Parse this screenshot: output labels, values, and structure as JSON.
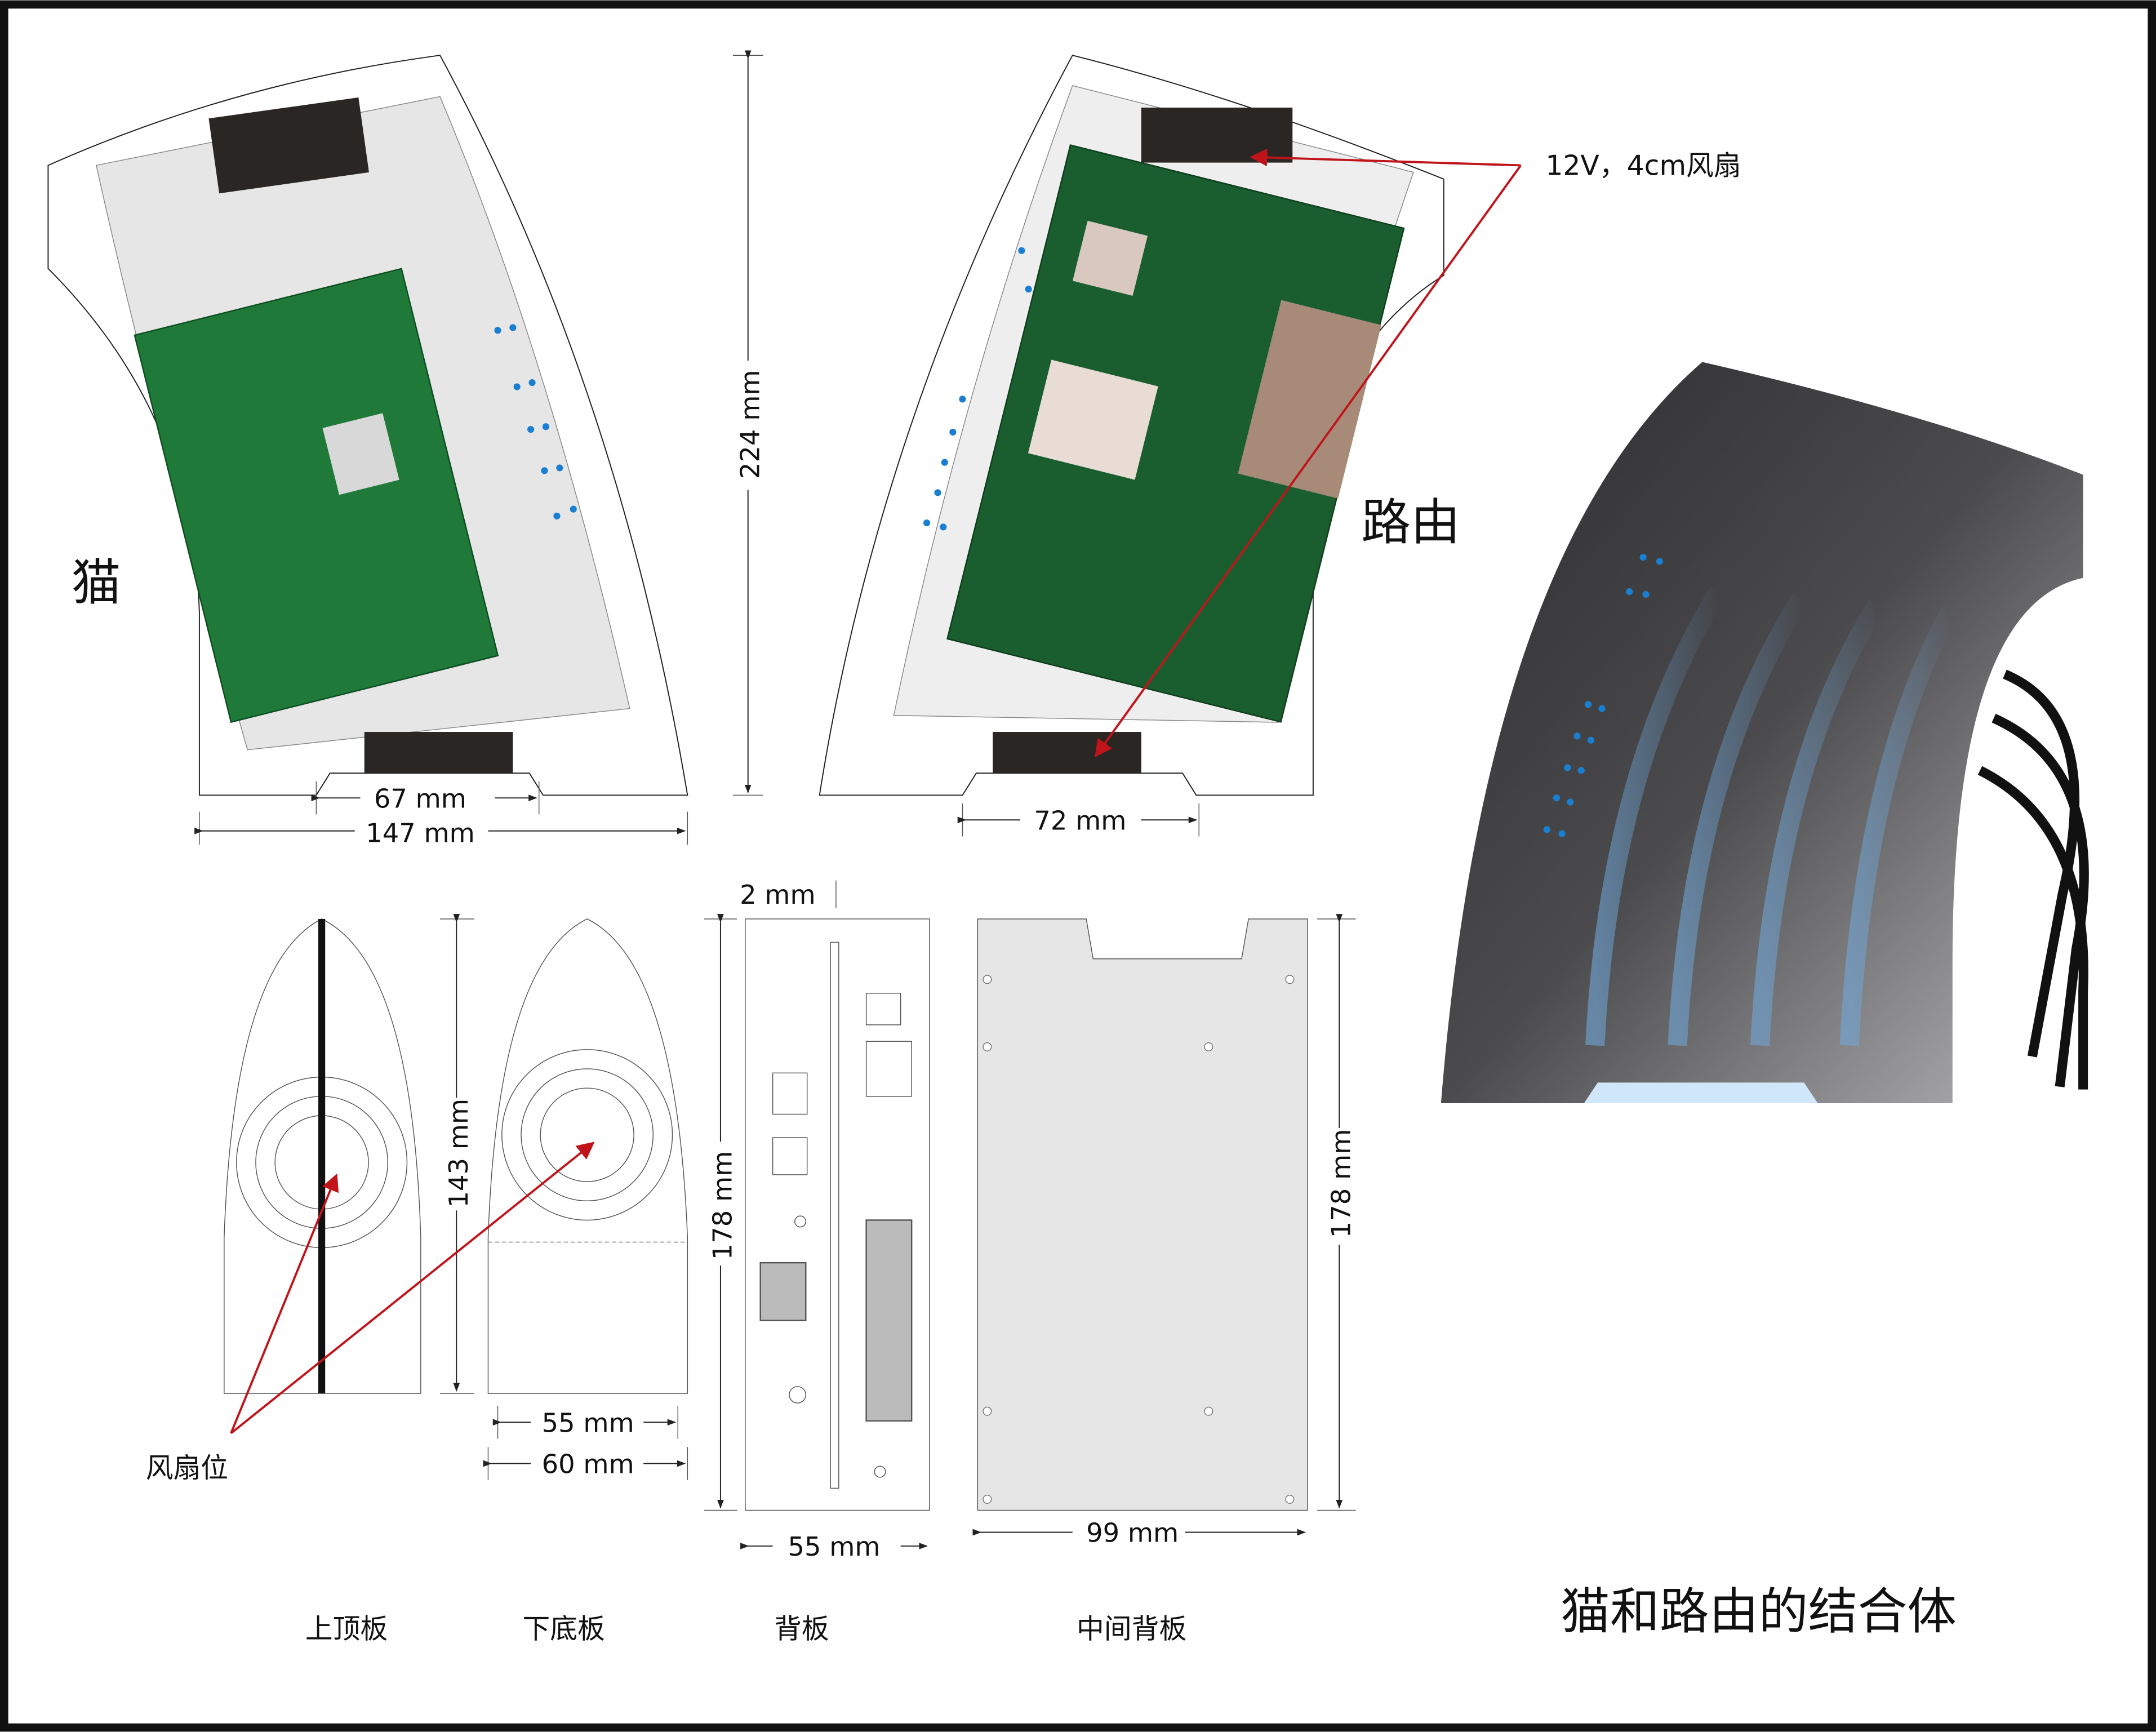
{
  "labels": {
    "modem": "猫",
    "router": "路由",
    "fan_note": "12V，4cm风扇",
    "fan_position": "风扇位",
    "title": "猫和路由的结合体"
  },
  "dimensions": {
    "height_side": "224 mm",
    "fan_width_modem": "67 mm",
    "depth_side": "147 mm",
    "fan_width_router": "72 mm",
    "gap": "2 mm",
    "panel_height": "143 mm",
    "back_height": "178 mm",
    "mid_height": "178 mm",
    "inner_width": "55 mm",
    "outer_width": "60 mm",
    "back_width": "55 mm",
    "mid_width": "99 mm"
  },
  "panels": {
    "top": "上顶板",
    "bottom": "下底板",
    "back": "背板",
    "middle": "中间背板"
  },
  "colors": {
    "pcb": "#1f7a3a",
    "fan": "#2a2624",
    "panel": "#e6e6e6",
    "arrow": "#c0141a",
    "led": "#1a7fd0",
    "device": "#3a3a3c"
  }
}
